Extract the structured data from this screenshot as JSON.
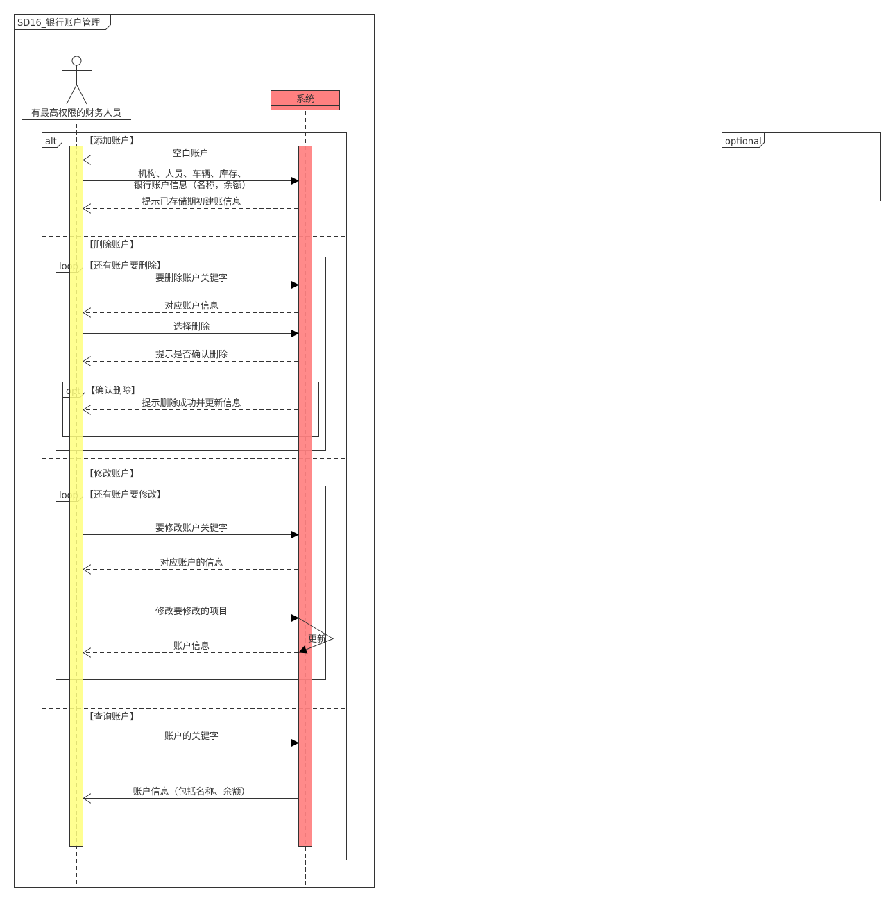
{
  "diagram": {
    "title": "SD16_银行账户管理",
    "optional_frame_label": "optional",
    "actor_name": "有最高权限的财务人员",
    "system_name": "系统",
    "colors": {
      "actor_activation": "#ffff7f",
      "system_activation": "#ff8080",
      "system_head": "#ff8080",
      "line": "#333333"
    },
    "fragments": {
      "alt": {
        "label": "alt",
        "guard_add": "【添加账户】",
        "guard_delete": "【删除账户】",
        "guard_modify": "【修改账户】",
        "guard_query": "【查询账户】"
      },
      "loop_delete": {
        "label": "loop",
        "guard": "【还有账户要删除】"
      },
      "opt_confirm": {
        "label": "opt",
        "guard": "【确认删除】"
      },
      "loop_modify": {
        "label": "loop",
        "guard": "【还有账户要修改】"
      }
    },
    "messages": {
      "m1": "空白账户",
      "m2_line1": "机构、人员、车辆、库存、",
      "m2_line2": "银行账户信息（名称，余额）",
      "m3": "提示已存储期初建账信息",
      "m4": "要删除账户关键字",
      "m5": "对应账户信息",
      "m6": "选择删除",
      "m7": "提示是否确认删除",
      "m8": "提示删除成功并更新信息",
      "m9": "要修改账户关键字",
      "m10": "对应账户的信息",
      "m11": "修改要修改的项目",
      "self": "更新",
      "m12": "账户信息",
      "m13": "账户的关键字",
      "m14": "账户信息（包括名称、余额）"
    }
  }
}
